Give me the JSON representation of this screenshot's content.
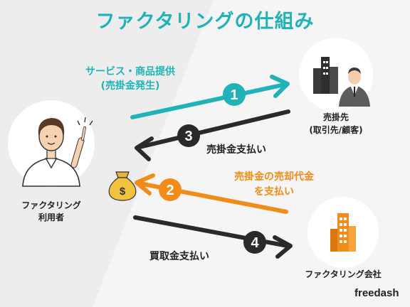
{
  "title": "ファクタリングの仕組み",
  "arrow_labels": {
    "service_line1": "サービス・商品提供",
    "service_line2": "(売掛金発生)",
    "payment_from_client": "売掛金支払い",
    "sale_line1": "売掛金の売却代金",
    "sale_line2": "を支払い",
    "payment_to_company": "買取金支払い"
  },
  "steps": [
    "1",
    "2",
    "3",
    "4"
  ],
  "parties": {
    "user_line1": "ファクタリング",
    "user_line2": "利用者",
    "client_line1": "売掛先",
    "client_line2": "(取引先/顧客)",
    "company": "ファクタリング会社"
  },
  "money_bag_symbol": "$",
  "brand": "freedash",
  "colors": {
    "teal": "#1fb3b8",
    "orange": "#f28c18",
    "dark": "#2a2a2a",
    "background": "#ededed"
  }
}
